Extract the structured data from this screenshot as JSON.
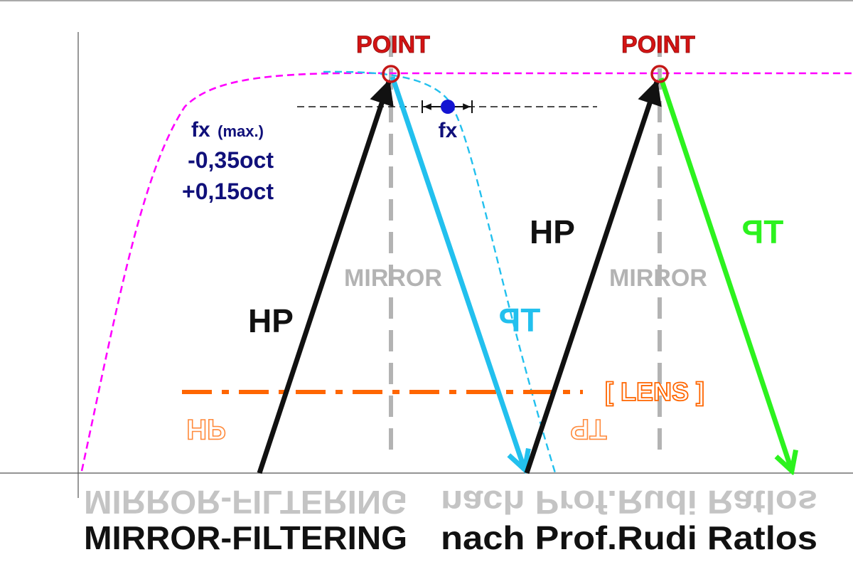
{
  "labels": {
    "point_left": "POINT",
    "point_right": "POINT",
    "mirror_left": "MIRROR",
    "mirror_right": "MIRROR",
    "hp_left": "HP",
    "hp_right": "HP",
    "tp_left": "TP",
    "tp_right": "TP",
    "fx_small": "fx",
    "fx_max": "fx",
    "fx_max_suffix": "(max.)",
    "fx_minus": "-0,35oct",
    "fx_plus": "+0,15oct",
    "lens": "[ LENS ]",
    "hp_reflect": "HP",
    "tp_reflect": "TP"
  },
  "footer": {
    "left": "MIRROR-FILTERING",
    "right": "nach Prof.Rudi Ratlos"
  },
  "colors": {
    "black": "#111111",
    "red": "#d41414",
    "mirror_gray": "#b3b3b3",
    "magenta": "#ff00ff",
    "cyan": "#22c0ee",
    "green": "#2cf21e",
    "navy": "#10107a",
    "blue_dot": "#1414d2",
    "orange": "#ff6600",
    "axis": "#555555"
  }
}
